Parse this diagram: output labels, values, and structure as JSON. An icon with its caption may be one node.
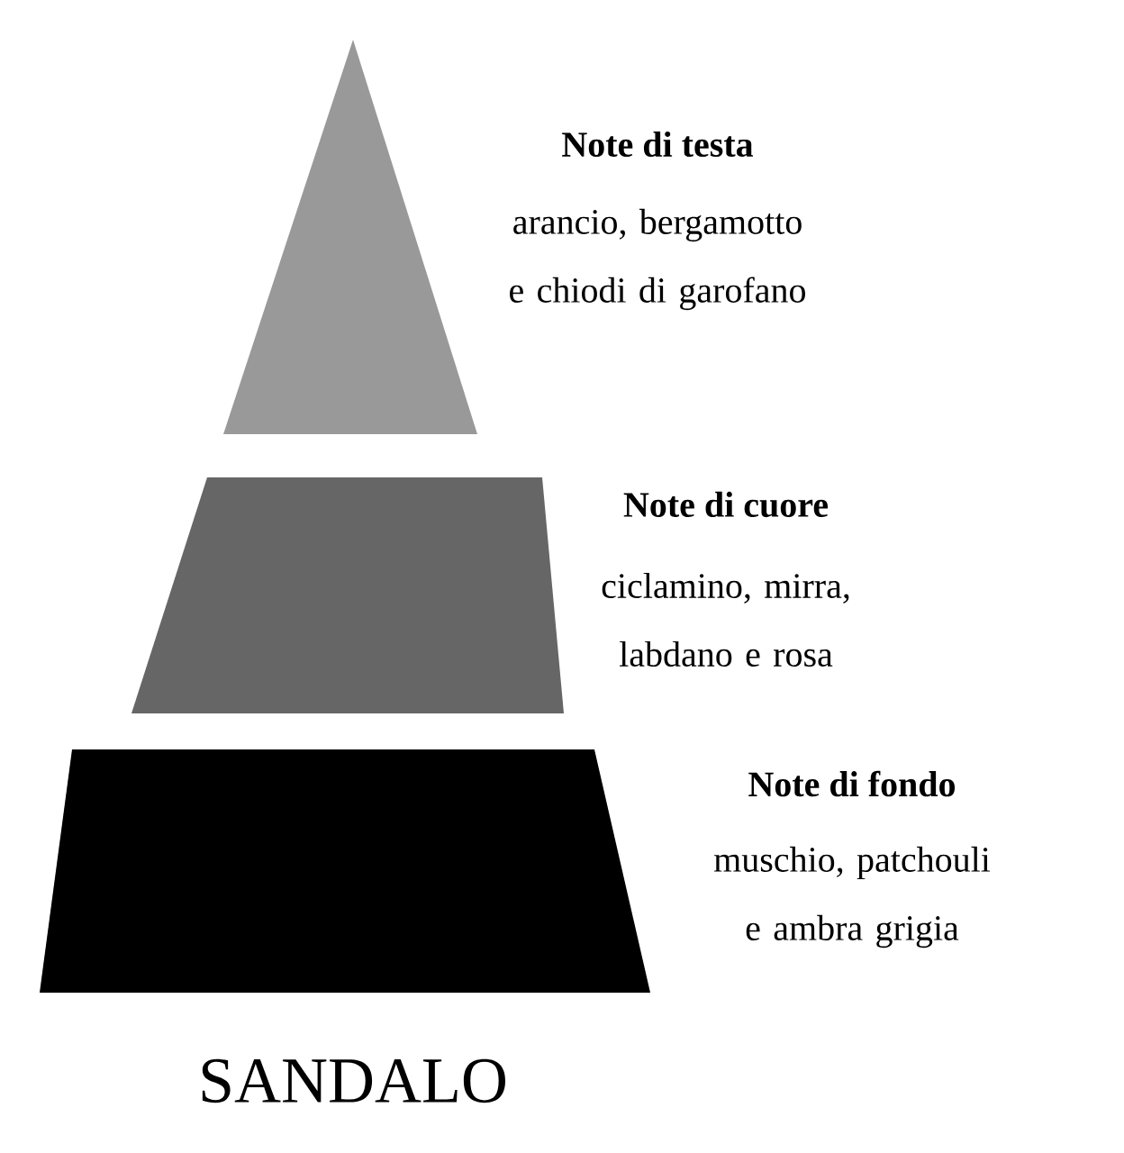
{
  "diagram": {
    "title": "SANDALO",
    "nodes": [
      {
        "text": [
          "Note di testa",
          "arancio, bergamotto e chiodi di garofano"
        ]
      },
      {
        "text": [
          "Note di cuore",
          "ciclamino, mirra, labdano e rosa"
        ]
      },
      {
        "text": [
          "Note di fondo",
          "muschio, patchouli e ambra grigia"
        ]
      }
    ]
  }
}
